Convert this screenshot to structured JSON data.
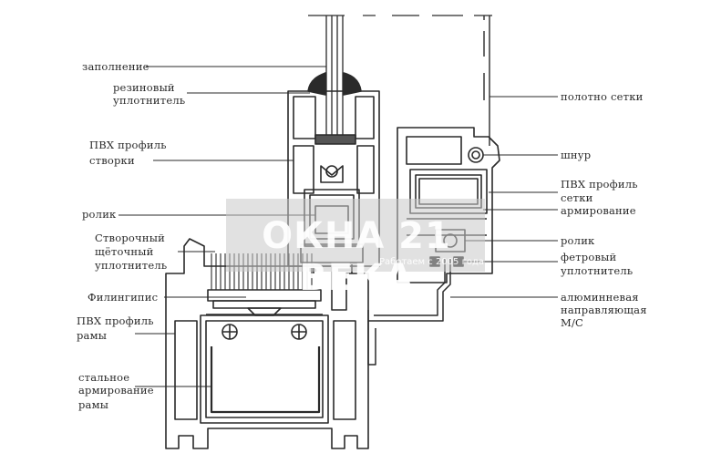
{
  "labels": {
    "fill": "заполнение",
    "rubber_seal_1": "резиновый",
    "rubber_seal_2": "уплотнитель",
    "pvc_sash_1": "ПВХ профиль",
    "pvc_sash_2": "створки",
    "roller_left": "ролик",
    "brush_seal_1": "Створочный",
    "brush_seal_2": "щёточный",
    "brush_seal_3": "уплотнитель",
    "filigree": "Филингипис",
    "pvc_frame_1": "ПВХ профиль",
    "pvc_frame_2": "рамы",
    "steel_reinf_1": "стальное",
    "steel_reinf_2": "армирование",
    "steel_reinf_3": "рамы",
    "mesh_panel": "полотно сетки",
    "cord": "шнур",
    "pvc_mesh_1": "ПВХ профиль",
    "pvc_mesh_2": "сетки",
    "reinforcement": "армирование",
    "roller_right": "ролик",
    "felt_seal_1": "фетровый",
    "felt_seal_2": "уплотнитель",
    "alu_guide_1": "алюминневая",
    "alu_guide_2": "направляющая",
    "alu_guide_3": "М/С"
  },
  "watermark": {
    "title": "ОКНА 21 ВЕКА",
    "subtitle": "Работаем с 2005 года"
  },
  "colors": {
    "line": "#2a2a2a",
    "background": "#ffffff",
    "watermark_band": "#c8c8c8"
  }
}
